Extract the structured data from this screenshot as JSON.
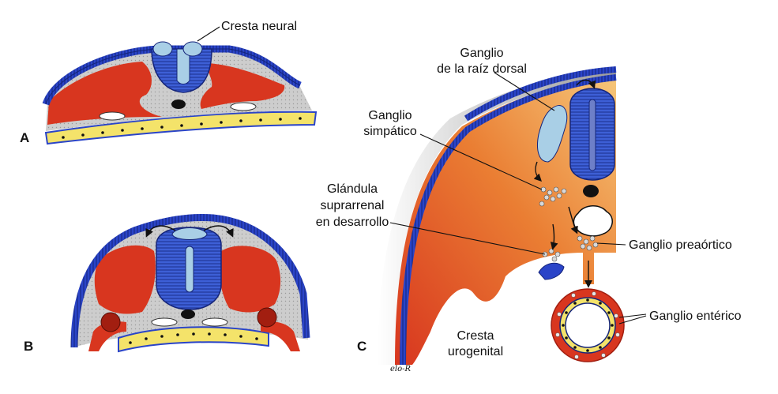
{
  "colors": {
    "ectoderm": "#2a44c8",
    "ectoderm_dark": "#14247a",
    "neural_tube": "#3d5fd6",
    "neural_crest": "#a9cfe6",
    "mesoderm": "#d8361f",
    "mesoderm_dark": "#a21e10",
    "mesenchyme": "#cdcdcd",
    "endoderm": "#f4e36a",
    "notochord": "#111111",
    "orange_gradient_light": "#f2b45c",
    "background": "#ffffff"
  },
  "panels": {
    "a": "A",
    "b": "B",
    "c": "C"
  },
  "labels": {
    "cresta_neural": "Cresta neural",
    "ganglio_raiz_dorsal_1": "Ganglio",
    "ganglio_raiz_dorsal_2": "de la raíz dorsal",
    "ganglio_simpatico_1": "Ganglio",
    "ganglio_simpatico_2": "simpático",
    "glandula_1": "Glándula",
    "glandula_2": "suprarrenal",
    "glandula_3": "en desarrollo",
    "ganglio_preaortico": "Ganglio preaórtico",
    "ganglio_enterico": "Ganglio entérico",
    "cresta_urogenital_1": "Cresta",
    "cresta_urogenital_2": "urogenital"
  },
  "signature": "elo-R"
}
